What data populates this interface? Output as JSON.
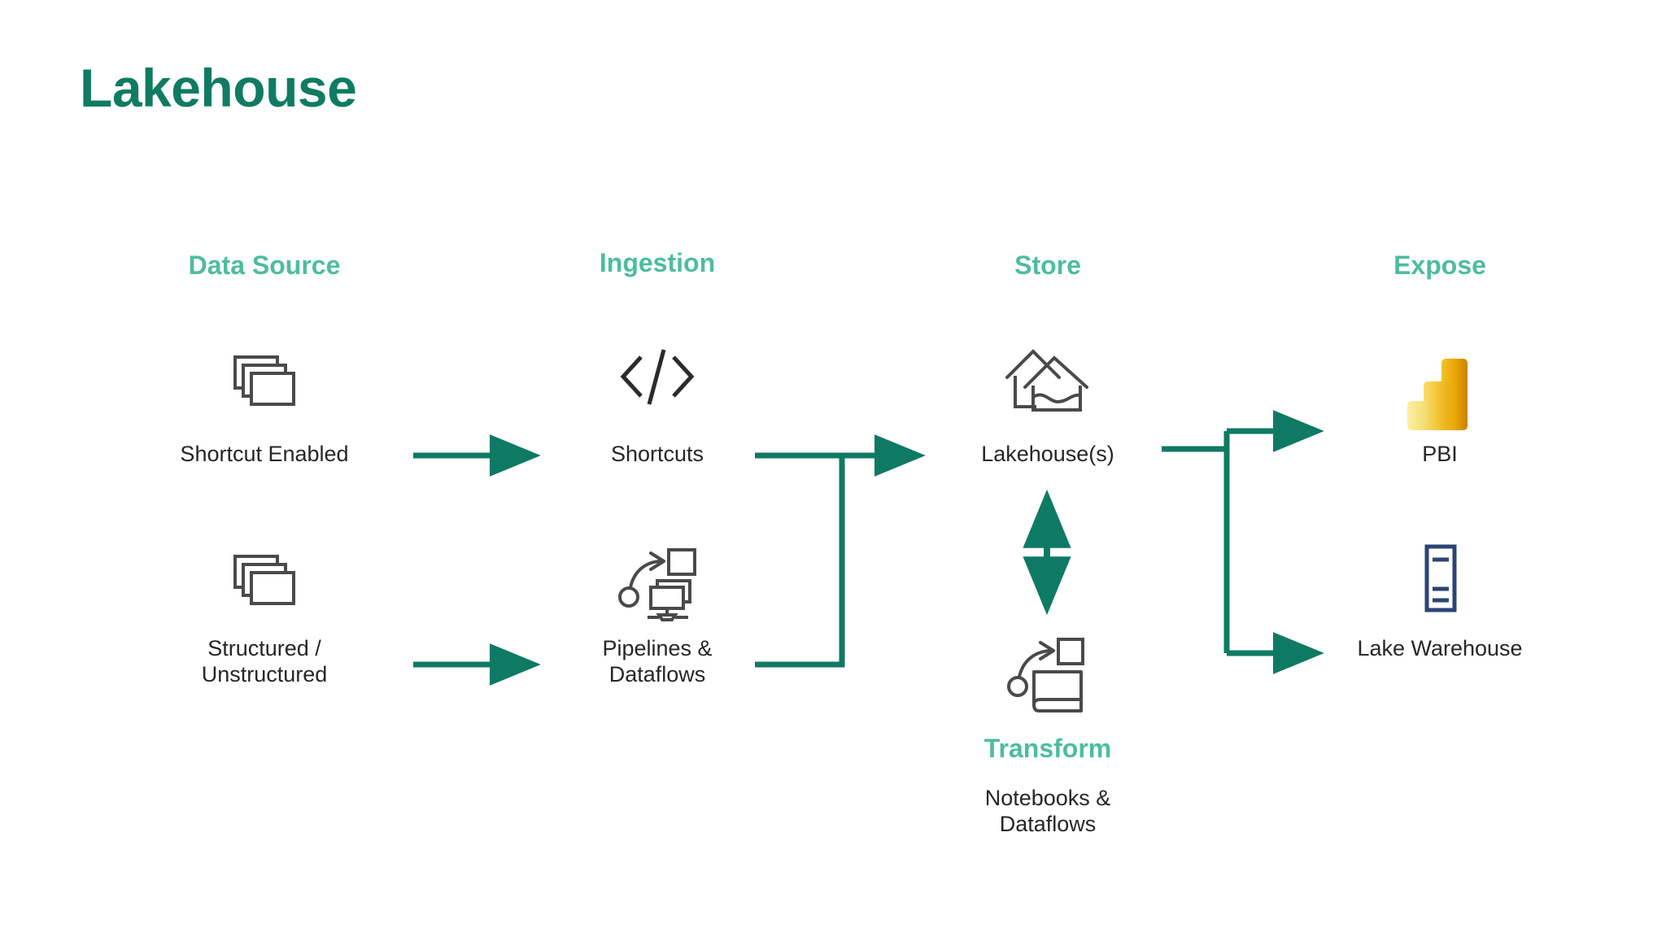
{
  "page": {
    "title": "Lakehouse",
    "background_color": "#FFFFFF",
    "title_color": "#0F7B62",
    "header_color": "#4DBD9D",
    "label_color": "#262626",
    "arrow_color": "#0F7A63",
    "icon_stroke_color": "#4A4A4A",
    "warehouse_icon_color": "#2B4476"
  },
  "columns": [
    {
      "id": "data-source",
      "label": "Data Source"
    },
    {
      "id": "ingestion",
      "label": "Ingestion"
    },
    {
      "id": "store",
      "label": "Store"
    },
    {
      "id": "expose",
      "label": "Expose"
    }
  ],
  "nodes": {
    "shortcut_enabled": {
      "label": "Shortcut Enabled",
      "icon": "stacked-pages-icon"
    },
    "structured_unstructured": {
      "label": "Structured /\nUnstructured",
      "icon": "stacked-pages-icon"
    },
    "shortcuts": {
      "label": "Shortcuts",
      "icon": "code-brackets-icon"
    },
    "pipelines_dataflows": {
      "label": "Pipelines &\nDataflows",
      "icon": "pipeline-monitor-icon"
    },
    "lakehouse": {
      "label": "Lakehouse(s)",
      "icon": "lakehouse-icon"
    },
    "transform": {
      "label": "Transform",
      "sublabel": "Notebooks  &\nDataflows",
      "icon": "notebook-flow-icon"
    },
    "pbi": {
      "label": "PBI",
      "icon": "power-bi-icon"
    },
    "lake_warehouse": {
      "label": "Lake Warehouse",
      "icon": "warehouse-table-icon"
    }
  },
  "connectors": [
    {
      "id": "source-to-shortcuts",
      "type": "arrow-right"
    },
    {
      "id": "source-to-pipelines",
      "type": "arrow-right"
    },
    {
      "id": "ingestion-to-lakehouse",
      "type": "elbow-merge-arrow-right"
    },
    {
      "id": "lakehouse-transform",
      "type": "double-arrow-vertical"
    },
    {
      "id": "lakehouse-to-expose",
      "type": "branch-arrow-right"
    }
  ]
}
